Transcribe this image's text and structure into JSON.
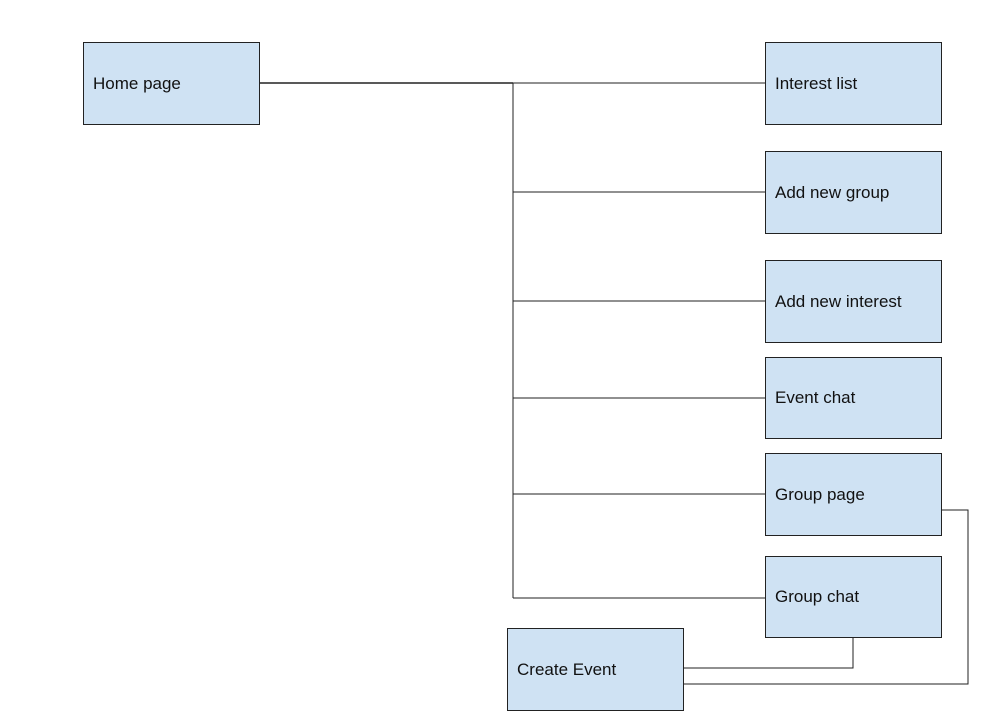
{
  "colors": {
    "node_fill": "#cfe2f3",
    "node_border": "#222222",
    "line": "#222222",
    "background": "#ffffff"
  },
  "nodes": {
    "home_page": "Home page",
    "interest_list": "Interest list",
    "add_new_group": "Add new group",
    "add_new_interest": "Add new interest",
    "event_chat": "Event chat",
    "group_page": "Group page",
    "group_chat": "Group chat",
    "create_event": "Create Event"
  }
}
